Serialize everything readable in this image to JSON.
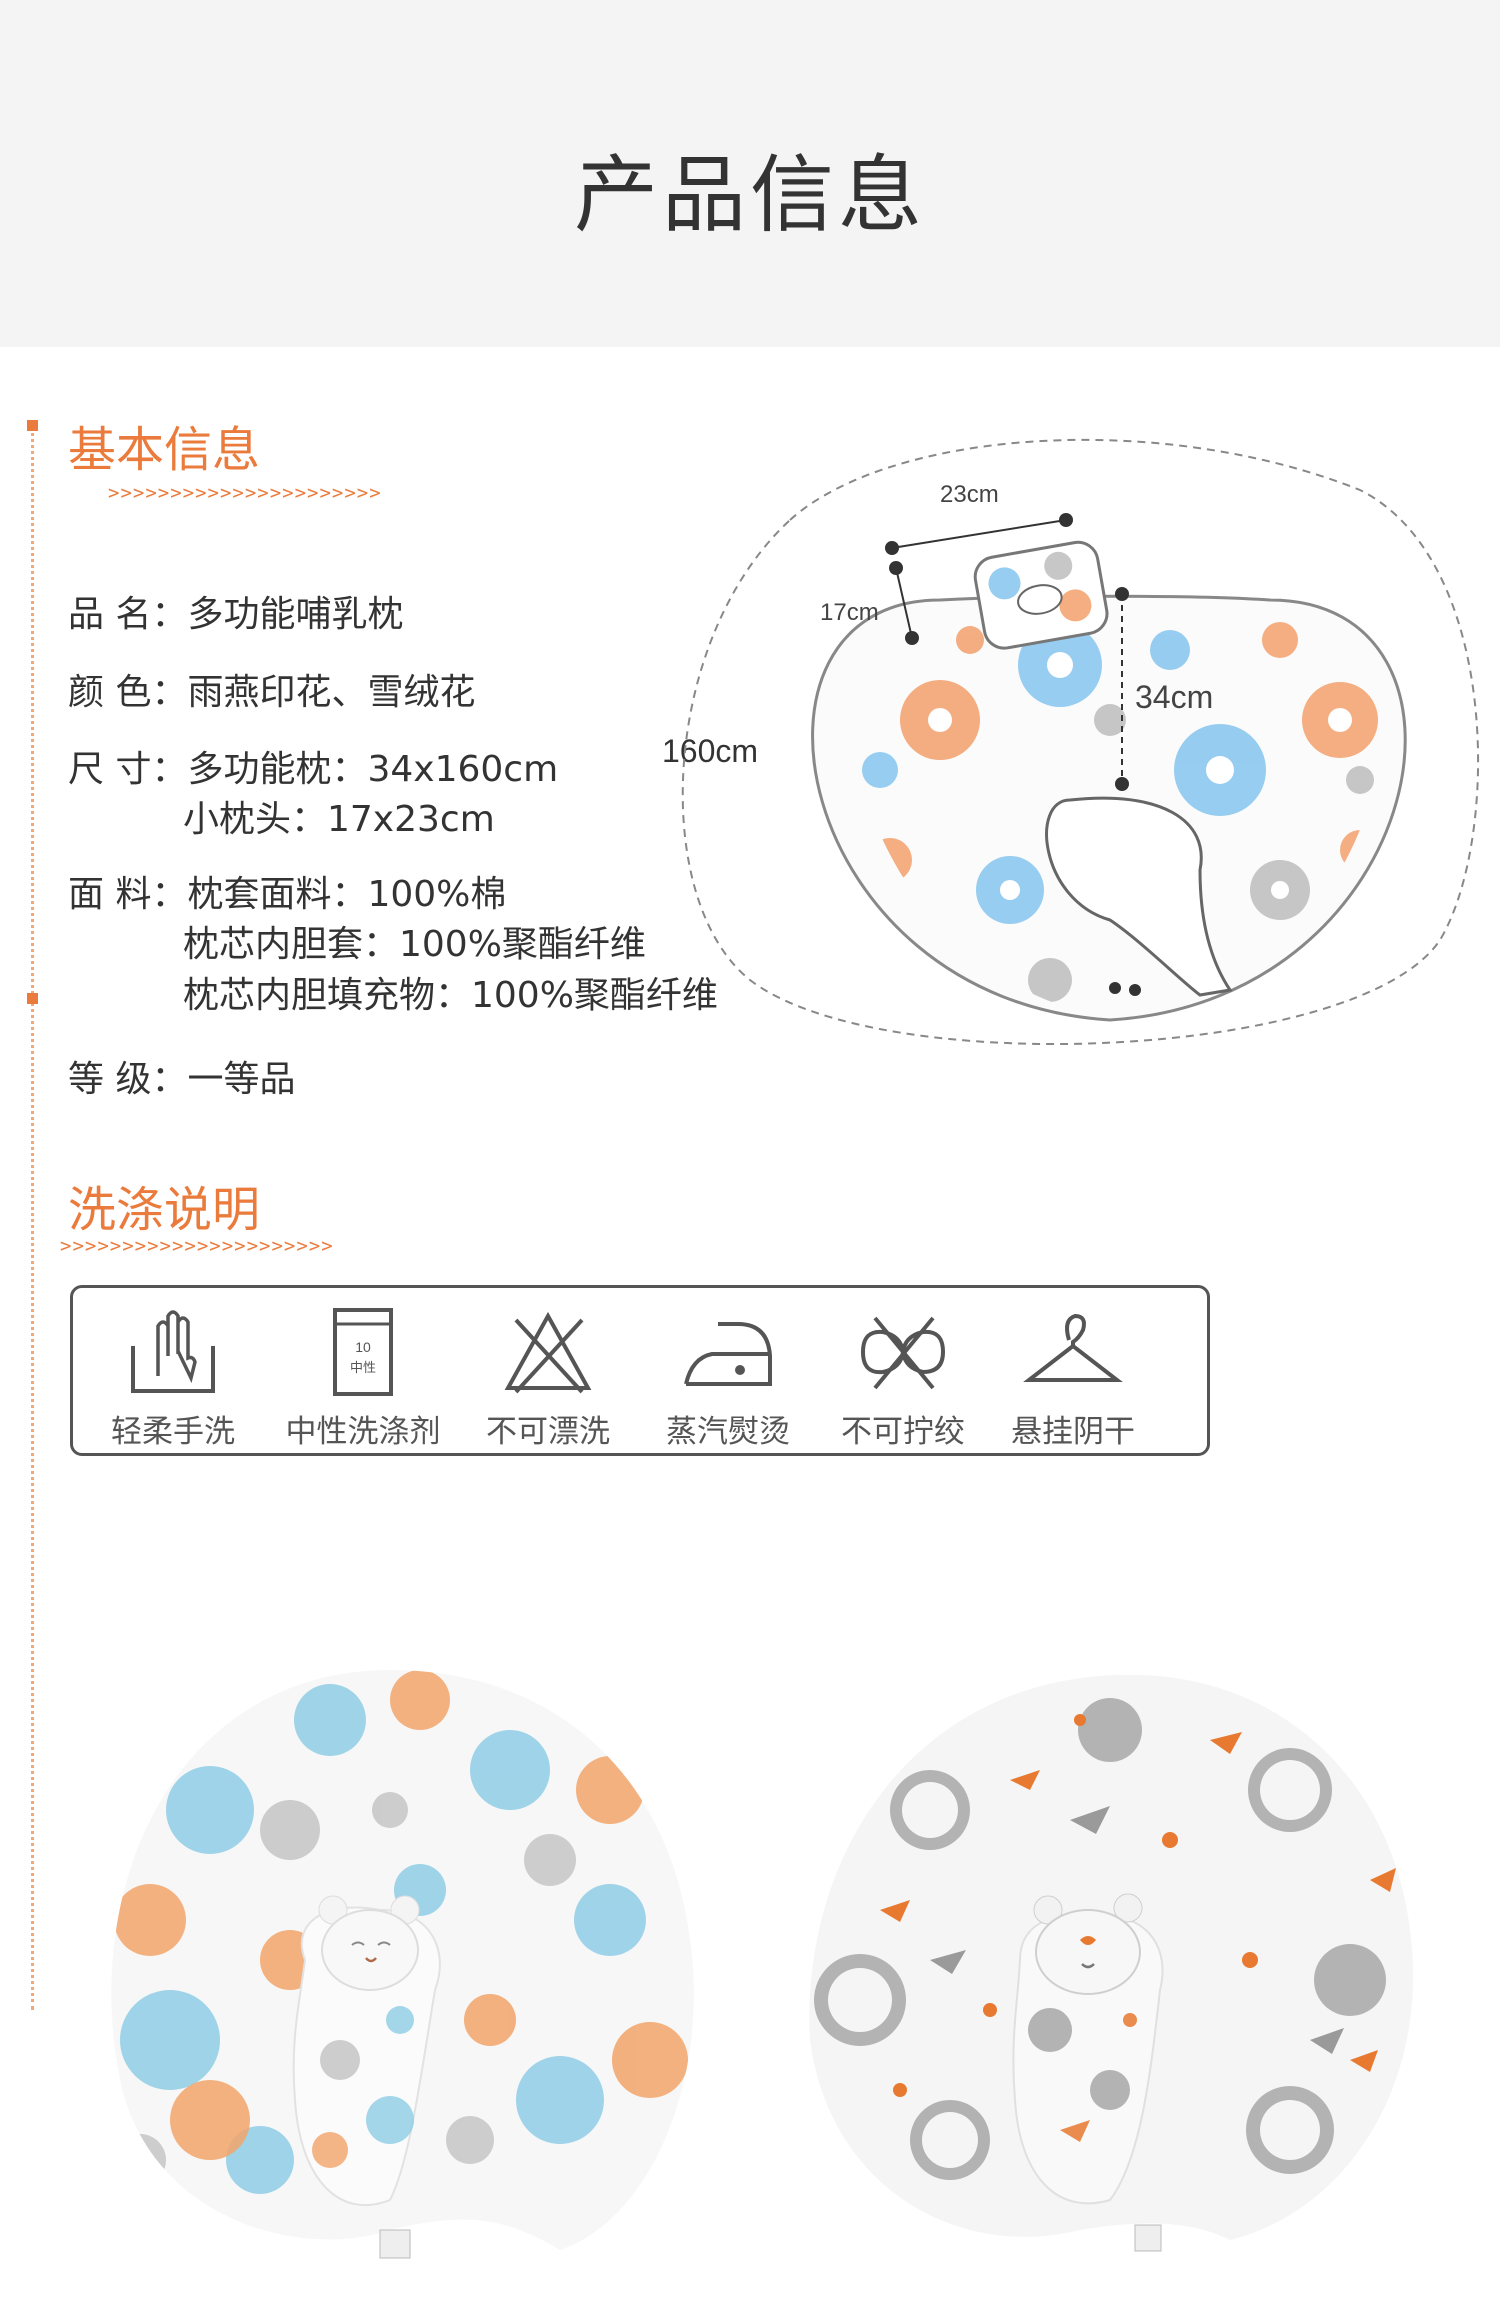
{
  "header": {
    "title": "产品信息"
  },
  "basic_info": {
    "title": "基本信息",
    "arrows": ">>>>>>>>>>>>>>>>>>>>>>",
    "rows": [
      {
        "label": "品  名：",
        "value": "多功能哺乳枕"
      },
      {
        "label": "颜  色：",
        "value": "雨燕印花、雪绒花"
      },
      {
        "label": "尺  寸：",
        "value": "多功能枕：34x160cm",
        "extra": [
          "小枕头：17x23cm"
        ]
      },
      {
        "label": "面  料：",
        "value": "枕套面料：100%棉",
        "extra": [
          "枕芯内胆套：100%聚酯纤维",
          "枕芯内胆填充物：100%聚酯纤维"
        ]
      },
      {
        "label": "等  级：",
        "value": "一等品"
      }
    ]
  },
  "diagram": {
    "small_width": "23cm",
    "small_height": "17cm",
    "pillow_width": "34cm",
    "pillow_length": "160cm"
  },
  "wash": {
    "title": "洗涤说明",
    "arrows": ">>>>>>>>>>>>>>>>>>>>>>",
    "items": [
      {
        "label": "轻柔手洗",
        "icon": "hand-wash-icon"
      },
      {
        "label": "中性洗涤剂",
        "icon": "neutral-detergent-icon",
        "icon_text_top": "10",
        "icon_text_bottom": "中性"
      },
      {
        "label": "不可漂洗",
        "icon": "no-bleach-icon"
      },
      {
        "label": "蒸汽熨烫",
        "icon": "steam-iron-icon"
      },
      {
        "label": "不可拧绞",
        "icon": "no-wring-icon"
      },
      {
        "label": "悬挂阴干",
        "icon": "hang-dry-icon"
      }
    ]
  },
  "colors": {
    "accent": "#ea7b3c",
    "header_bg": "#f4f4f4",
    "floral_blue": "#8cc8ef",
    "floral_orange": "#f3a06b",
    "floral_grey": "#b9b9b9"
  },
  "products": [
    {
      "name": "snowflake-floral-pillow"
    },
    {
      "name": "swallow-print-pillow"
    }
  ]
}
